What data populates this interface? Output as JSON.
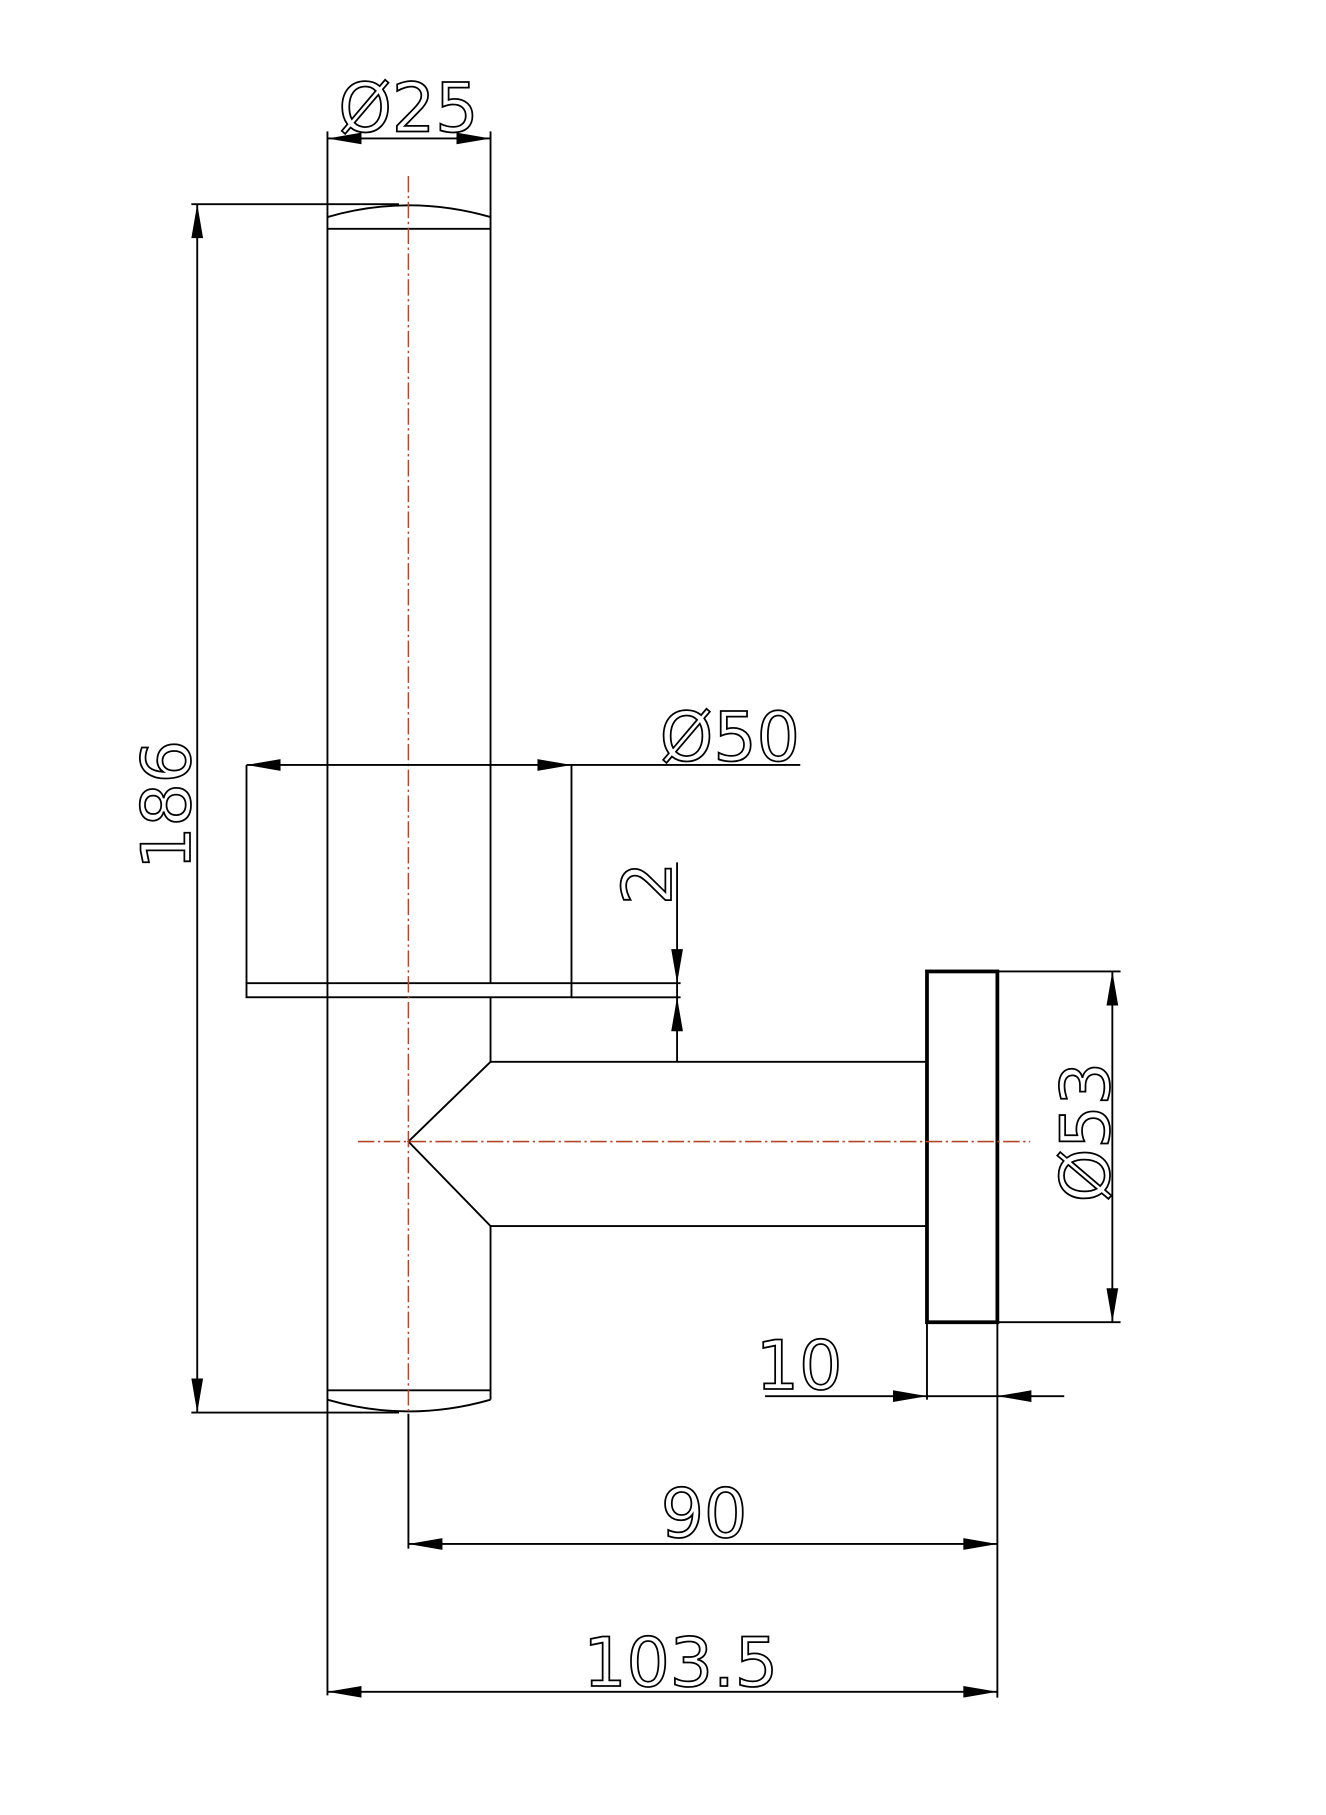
{
  "drawing": {
    "dimensions": {
      "tube_diameter": "Ø25",
      "total_height": "186",
      "flange_diameter": "Ø50",
      "flange_thickness": "2",
      "disc_diameter": "Ø53",
      "disc_thickness": "10",
      "arm_projection": "90",
      "total_depth": "103.5"
    },
    "colors": {
      "line": "#000000",
      "centerline": "#b3472e"
    }
  }
}
